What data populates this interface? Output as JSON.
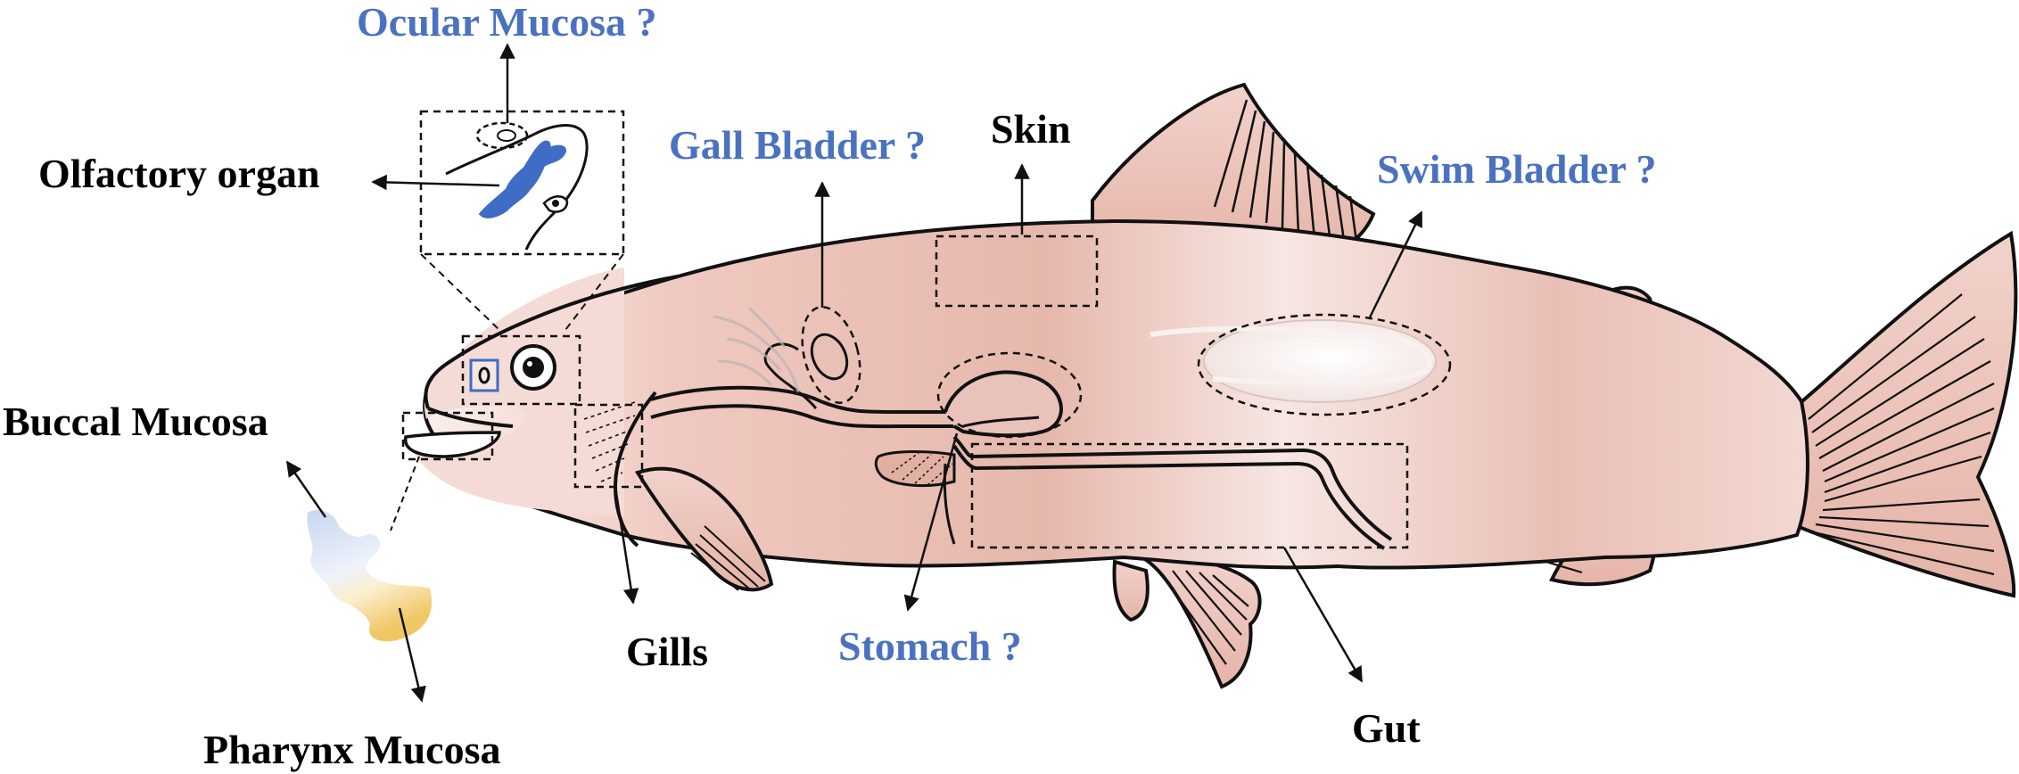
{
  "labels": {
    "ocular_mucosa": "Ocular Mucosa ?",
    "olfactory_organ": "Olfactory organ",
    "gall_bladder": "Gall Bladder ?",
    "skin": "Skin",
    "swim_bladder": "Swim Bladder ?",
    "buccal_mucosa": "Buccal Mucosa",
    "gills": "Gills",
    "stomach": "Stomach ?",
    "gut": "Gut",
    "pharynx_mucosa": "Pharynx Mucosa"
  },
  "colors": {
    "known_label": "#000000",
    "query_label": "#4a72c0",
    "body_fill": "#e8b9ad",
    "olfactory_fill": "#3f6cc4",
    "outline": "#111111"
  }
}
